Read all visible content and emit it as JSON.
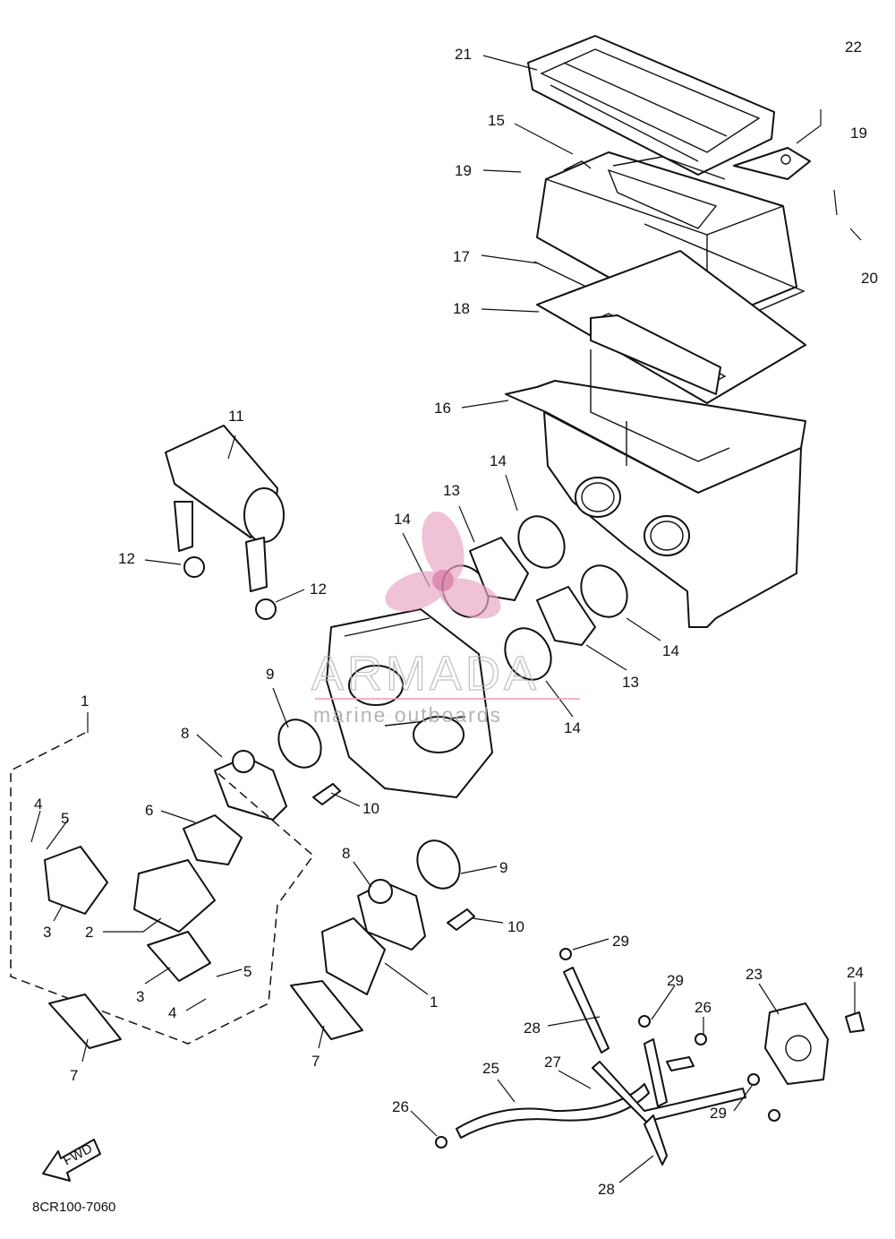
{
  "diagram": {
    "code": "8CR100-7060",
    "fwd_label": "FWD",
    "callouts": [
      "21",
      "22",
      "15",
      "19",
      "19",
      "20",
      "17",
      "18",
      "16",
      "11",
      "14",
      "13",
      "14",
      "12",
      "12",
      "14",
      "13",
      "14",
      "9",
      "8",
      "10",
      "1",
      "4",
      "5",
      "6",
      "3",
      "2",
      "3",
      "5",
      "4",
      "7",
      "8",
      "9",
      "10",
      "1",
      "7",
      "29",
      "29",
      "23",
      "24",
      "26",
      "28",
      "27",
      "25",
      "29",
      "26",
      "28"
    ]
  },
  "watermark": {
    "brand": "ARMADA",
    "tagline": "marine outboards",
    "color": "#e8a6c4"
  }
}
